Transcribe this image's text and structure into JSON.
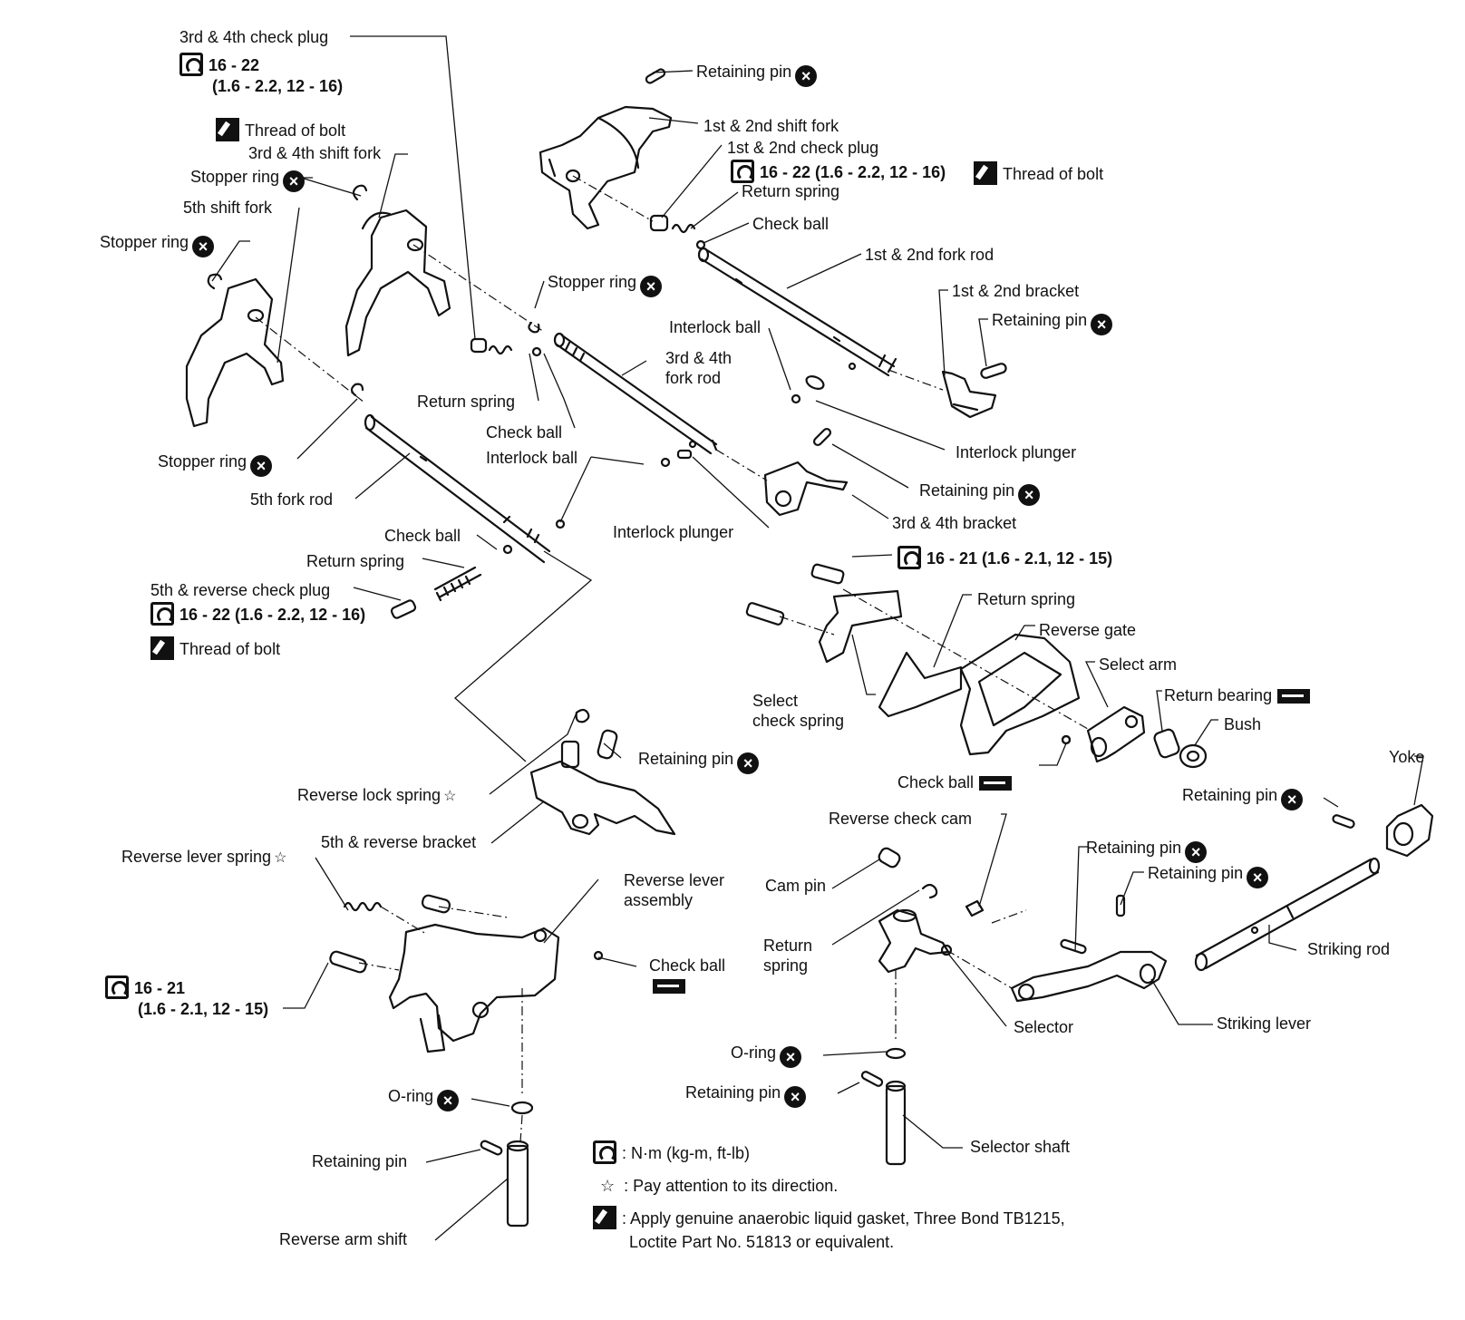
{
  "labels": {
    "check_plug_34": "3rd & 4th check plug",
    "check_plug_34_torque": "16 - 22",
    "check_plug_34_torque_alt": "(1.6 - 2.2, 12 - 16)",
    "thread_of_bolt_1": "Thread of bolt",
    "shift_fork_34": "3rd & 4th shift fork",
    "stopper_ring_1": "Stopper ring",
    "shift_fork_5": "5th shift fork",
    "stopper_ring_2": "Stopper ring",
    "retaining_pin_1": "Retaining pin",
    "shift_fork_12": "1st & 2nd shift fork",
    "check_plug_12": "1st & 2nd check plug",
    "check_plug_12_torque": "16 - 22 (1.6 - 2.2, 12 - 16)",
    "thread_of_bolt_2": "Thread of bolt",
    "return_spring_1": "Return spring",
    "check_ball_1": "Check ball",
    "fork_rod_12": "1st & 2nd fork rod",
    "stopper_ring_3": "Stopper ring",
    "bracket_12": "1st & 2nd bracket",
    "retaining_pin_2": "Retaining pin",
    "interlock_ball_1": "Interlock ball",
    "fork_rod_34_a": "3rd & 4th",
    "fork_rod_34_b": "fork rod",
    "return_spring_2": "Return spring",
    "check_ball_2": "Check ball",
    "interlock_ball_2": "Interlock ball",
    "interlock_plunger_1": "Interlock plunger",
    "stopper_ring_4": "Stopper ring",
    "retaining_pin_3": "Retaining pin",
    "fork_rod_5": "5th fork rod",
    "bracket_34": "3rd & 4th bracket",
    "interlock_plunger_2": "Interlock plunger",
    "check_ball_3": "Check ball",
    "return_spring_3": "Return spring",
    "check_plug_5r": "5th & reverse check plug",
    "check_plug_5r_torque": "16 - 22 (1.6 - 2.2, 12 - 16)",
    "thread_of_bolt_3": "Thread of bolt",
    "bolt_torque_1": "16 - 21 (1.6 - 2.1, 12 - 15)",
    "return_spring_4": "Return spring",
    "reverse_gate": "Reverse gate",
    "select_arm": "Select arm",
    "return_bearing": "Return bearing",
    "select_check_spring_a": "Select",
    "select_check_spring_b": "check spring",
    "bush": "Bush",
    "retaining_pin_4": "Retaining pin",
    "yoke": "Yoke",
    "check_ball_4": "Check ball",
    "retaining_pin_5": "Retaining pin",
    "reverse_lock_spring": "Reverse lock spring",
    "bracket_5r": "5th & reverse bracket",
    "reverse_check_cam": "Reverse check cam",
    "retaining_pin_6": "Retaining pin",
    "retaining_pin_7": "Retaining pin",
    "reverse_lever_spring": "Reverse lever spring",
    "cam_pin": "Cam pin",
    "reverse_lever_assembly_a": "Reverse lever",
    "reverse_lever_assembly_b": "assembly",
    "return_spring_5_a": "Return",
    "return_spring_5_b": "spring",
    "striking_rod": "Striking rod",
    "check_ball_5": "Check ball",
    "bolt_torque_2": "16 - 21",
    "bolt_torque_2_alt": "(1.6 - 2.1, 12 - 15)",
    "selector": "Selector",
    "striking_lever": "Striking lever",
    "o_ring_1": "O-ring",
    "retaining_pin_8": "Retaining pin",
    "o_ring_2": "O-ring",
    "retaining_pin_9": "Retaining pin",
    "selector_shaft": "Selector shaft",
    "reverse_arm_shift": "Reverse arm shift"
  },
  "legend": {
    "torque_units": ": N·m (kg-m, ft-lb)",
    "direction_note": ": Pay attention to its direction.",
    "gasket_note_1": ": Apply genuine anaerobic liquid gasket, Three Bond TB1215,",
    "gasket_note_2": "Loctite Part No. 51813 or equivalent."
  },
  "symbols": {
    "replace_mark": "×",
    "direction_star": "☆"
  },
  "colors": {
    "ink": "#111111",
    "paper": "#ffffff"
  }
}
